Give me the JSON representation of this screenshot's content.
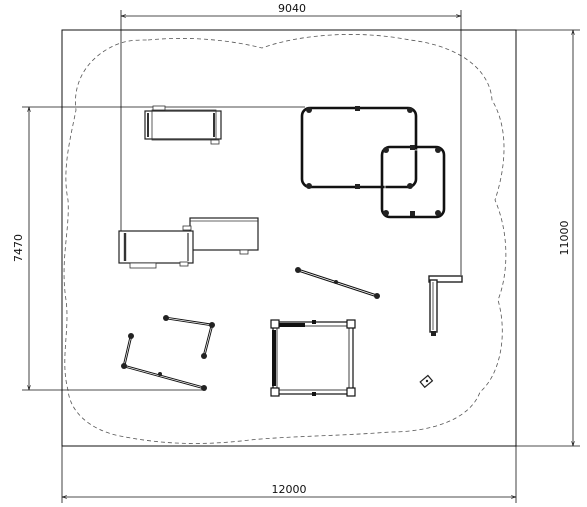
{
  "drawing": {
    "type": "playground site plan",
    "dimensions": {
      "overall_width": "12000",
      "overall_height": "11000",
      "inner_width": "9040",
      "inner_height": "7470"
    },
    "boundary_style": "dashed freeform outline",
    "equipment": [
      "cabinet-unit-top-left",
      "climbing-frame-large",
      "climbing-frame-small",
      "double-bench-unit",
      "balance-beam",
      "signpost-unit",
      "bar-frame-left",
      "bar-frame-right",
      "square-frame-unit",
      "small-marker"
    ]
  }
}
